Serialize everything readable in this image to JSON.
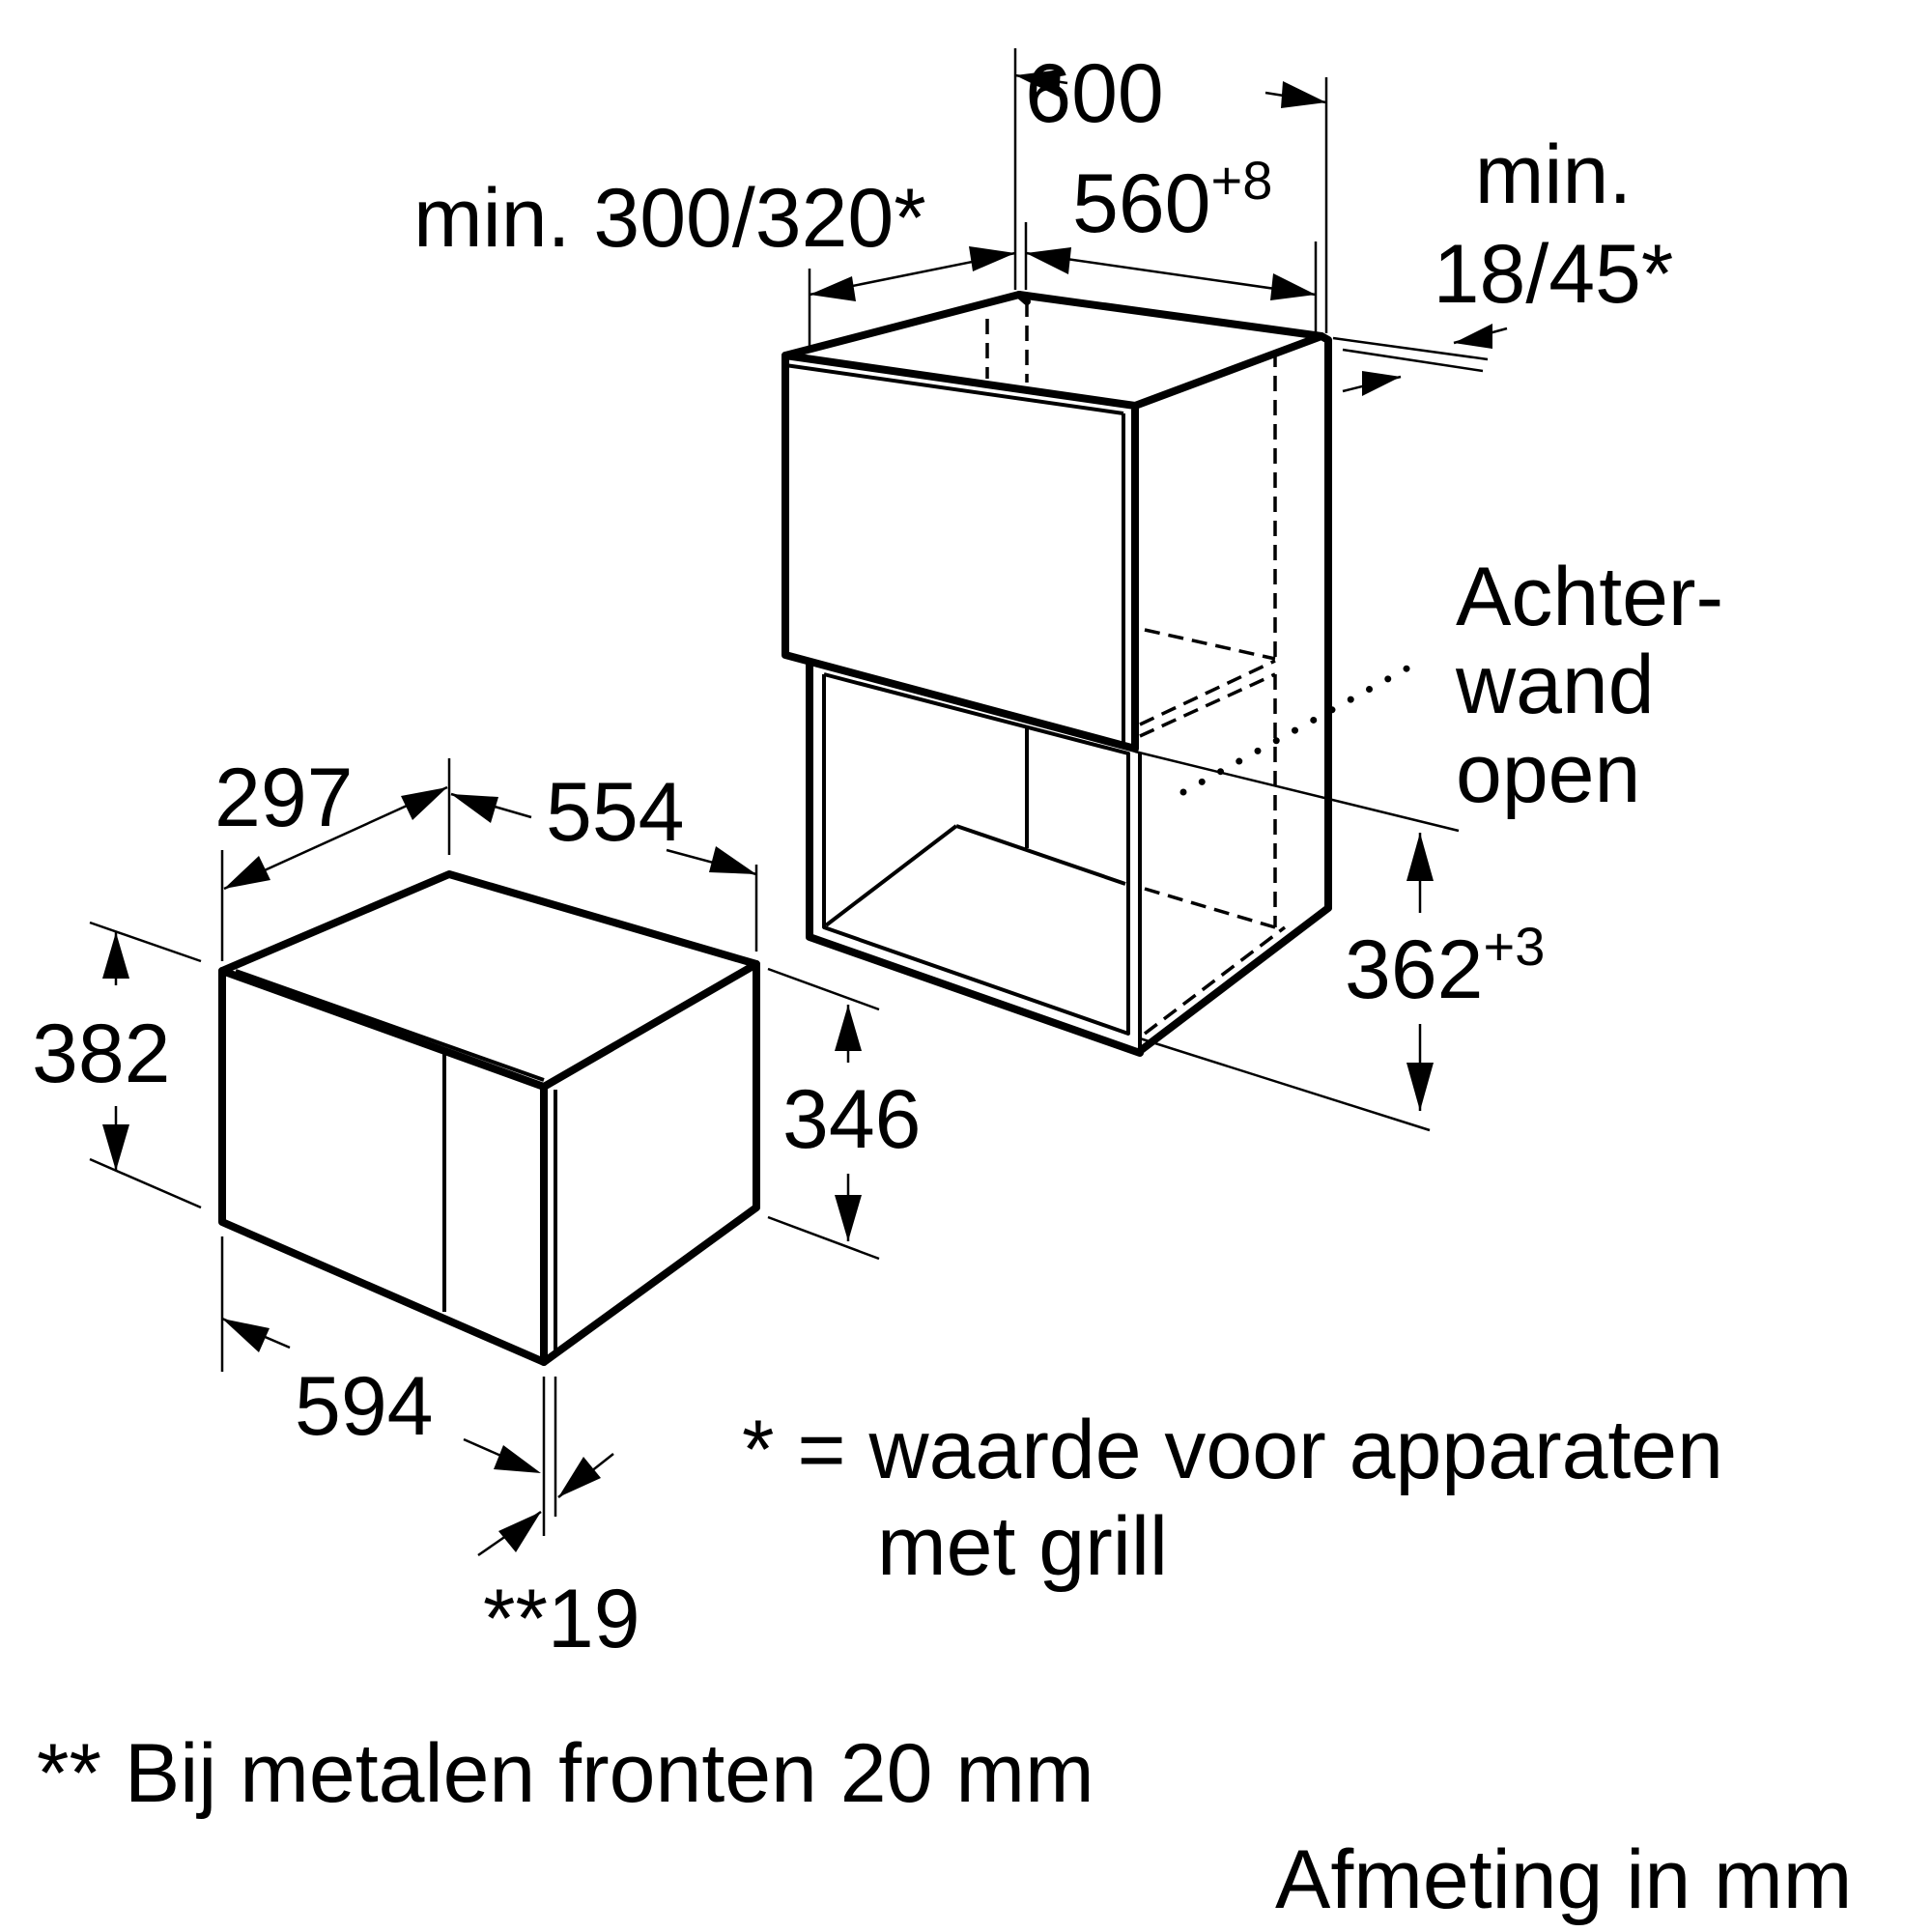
{
  "cabinet": {
    "width": "600",
    "inner_width": "560",
    "inner_width_tol": "+8",
    "depth_min": "min. 300/320*",
    "rear_gap_label_1": "min.",
    "rear_gap_label_2": "18/45*",
    "rear_wall_line_1": "Achter-",
    "rear_wall_line_2": "wand",
    "rear_wall_line_3": "open",
    "niche_height": "362",
    "niche_height_tol": "+3"
  },
  "appliance": {
    "depth": "297",
    "body_width": "554",
    "total_height": "382",
    "body_height": "346",
    "front_width": "594",
    "front_thickness": "**19"
  },
  "notes": {
    "grill_line_1": "* = waarde voor apparaten",
    "grill_line_2": "met grill",
    "metal_front": "** Bij metalen fronten 20 mm",
    "units": "Afmeting in mm"
  }
}
